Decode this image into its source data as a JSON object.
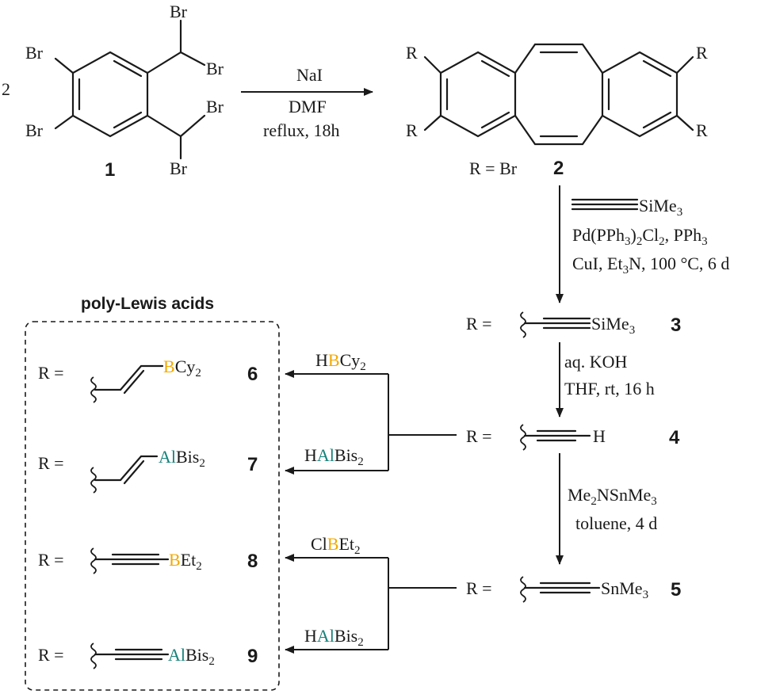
{
  "colors": {
    "boron": "#f2a900",
    "aluminum": "#17827a",
    "ink": "#1a1a1a"
  },
  "reactant": {
    "coefficient": "2",
    "number": "1",
    "subs": {
      "br_ring_top": "Br",
      "br_ring_bottom": "Br",
      "br_ch_top": "Br",
      "br_ch_mid1": "Br",
      "br_ch_mid2": "Br",
      "br_ch_bottom": "Br"
    }
  },
  "step1": {
    "reagent": "NaI",
    "solvent": "DMF",
    "conditions": "reflux, 18h"
  },
  "product2": {
    "number": "2",
    "r_label": "R",
    "r_def": "R = Br"
  },
  "step2": {
    "reagent_tail": "SiMe",
    "reagent_tail_sub": "3",
    "line2_a": "Pd(PPh",
    "line2_sub1": "3",
    "line2_b": ")",
    "line2_sub2": "2",
    "line2_c": "Cl",
    "line2_sub3": "2",
    "line2_d": ", PPh",
    "line2_sub4": "3",
    "line3_a": "CuI, Et",
    "line3_sub": "3",
    "line3_b": "N, 100 °C, 6 d"
  },
  "cmpd3": {
    "prefix": "R =",
    "group": "SiMe",
    "group_sub": "3",
    "number": "3"
  },
  "step3": {
    "line1": "aq. KOH",
    "line2": "THF, rt, 16 h"
  },
  "cmpd4": {
    "prefix": "R =",
    "group": "H",
    "number": "4"
  },
  "step4": {
    "line1_a": "Me",
    "line1_sub1": "2",
    "line1_b": "NSnMe",
    "line1_sub2": "3",
    "line2": "toluene, 4 d"
  },
  "cmpd5": {
    "prefix": "R =",
    "group": "SnMe",
    "group_sub": "3",
    "number": "5"
  },
  "box": {
    "title": "poly-Lewis acids"
  },
  "reag6": {
    "h": "H",
    "b": "B",
    "cy": "Cy",
    "sub": "2"
  },
  "reag7": {
    "h": "H",
    "al": "Al",
    "bis": "Bis",
    "sub": "2"
  },
  "reag8": {
    "cl": "Cl",
    "b": "B",
    "et": "Et",
    "sub": "2"
  },
  "reag9": {
    "h": "H",
    "al": "Al",
    "bis": "Bis",
    "sub": "2"
  },
  "cmpd6": {
    "prefix": "R =",
    "b": "B",
    "cy": "Cy",
    "sub": "2",
    "number": "6"
  },
  "cmpd7": {
    "prefix": "R =",
    "al": "Al",
    "bis": "Bis",
    "sub": "2",
    "number": "7"
  },
  "cmpd8": {
    "prefix": "R =",
    "b": "B",
    "et": "Et",
    "sub": "2",
    "number": "8"
  },
  "cmpd9": {
    "prefix": "R =",
    "al": "Al",
    "bis": "Bis",
    "sub": "2",
    "number": "9"
  }
}
